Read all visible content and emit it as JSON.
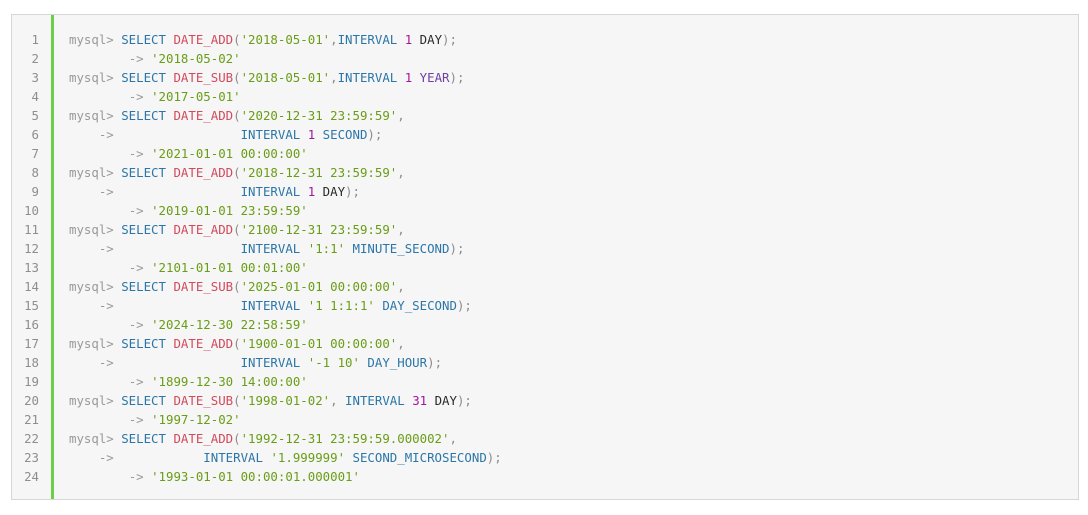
{
  "code_block": {
    "line_numbers": [
      "1",
      "2",
      "3",
      "4",
      "5",
      "6",
      "7",
      "8",
      "9",
      "10",
      "11",
      "12",
      "13",
      "14",
      "15",
      "16",
      "17",
      "18",
      "19",
      "20",
      "21",
      "22",
      "23",
      "24"
    ],
    "lines": [
      [
        {
          "t": "mysql> ",
          "c": "prompt"
        },
        {
          "t": "SELECT ",
          "c": "kw"
        },
        {
          "t": "DATE_ADD",
          "c": "fn"
        },
        {
          "t": "(",
          "c": "punct"
        },
        {
          "t": "'2018-05-01'",
          "c": "str"
        },
        {
          "t": ",",
          "c": "punct"
        },
        {
          "t": "INTERVAL ",
          "c": "kw"
        },
        {
          "t": "1 ",
          "c": "num"
        },
        {
          "t": "DAY",
          "c": "unit"
        },
        {
          "t": ");",
          "c": "punct"
        }
      ],
      [
        {
          "t": "        ",
          "c": "plain"
        },
        {
          "t": "-> ",
          "c": "prompt"
        },
        {
          "t": "'2018-05-02'",
          "c": "str"
        }
      ],
      [
        {
          "t": "mysql> ",
          "c": "prompt"
        },
        {
          "t": "SELECT ",
          "c": "kw"
        },
        {
          "t": "DATE_SUB",
          "c": "fn"
        },
        {
          "t": "(",
          "c": "punct"
        },
        {
          "t": "'2018-05-01'",
          "c": "str"
        },
        {
          "t": ",",
          "c": "punct"
        },
        {
          "t": "INTERVAL ",
          "c": "kw"
        },
        {
          "t": "1 ",
          "c": "num"
        },
        {
          "t": "YEAR",
          "c": "kwv"
        },
        {
          "t": ");",
          "c": "punct"
        }
      ],
      [
        {
          "t": "        ",
          "c": "plain"
        },
        {
          "t": "-> ",
          "c": "prompt"
        },
        {
          "t": "'2017-05-01'",
          "c": "str"
        }
      ],
      [
        {
          "t": "mysql> ",
          "c": "prompt"
        },
        {
          "t": "SELECT ",
          "c": "kw"
        },
        {
          "t": "DATE_ADD",
          "c": "fn"
        },
        {
          "t": "(",
          "c": "punct"
        },
        {
          "t": "'2020-12-31 23:59:59'",
          "c": "str"
        },
        {
          "t": ",",
          "c": "punct"
        }
      ],
      [
        {
          "t": "    ",
          "c": "plain"
        },
        {
          "t": "->",
          "c": "prompt"
        },
        {
          "t": "                 ",
          "c": "plain"
        },
        {
          "t": "INTERVAL ",
          "c": "kw"
        },
        {
          "t": "1 ",
          "c": "num"
        },
        {
          "t": "SECOND",
          "c": "kw2"
        },
        {
          "t": ");",
          "c": "punct"
        }
      ],
      [
        {
          "t": "        ",
          "c": "plain"
        },
        {
          "t": "-> ",
          "c": "prompt"
        },
        {
          "t": "'2021-01-01 00:00:00'",
          "c": "str"
        }
      ],
      [
        {
          "t": "mysql> ",
          "c": "prompt"
        },
        {
          "t": "SELECT ",
          "c": "kw"
        },
        {
          "t": "DATE_ADD",
          "c": "fn"
        },
        {
          "t": "(",
          "c": "punct"
        },
        {
          "t": "'2018-12-31 23:59:59'",
          "c": "str"
        },
        {
          "t": ",",
          "c": "punct"
        }
      ],
      [
        {
          "t": "    ",
          "c": "plain"
        },
        {
          "t": "->",
          "c": "prompt"
        },
        {
          "t": "                 ",
          "c": "plain"
        },
        {
          "t": "INTERVAL ",
          "c": "kw"
        },
        {
          "t": "1 ",
          "c": "num"
        },
        {
          "t": "DAY",
          "c": "unit"
        },
        {
          "t": ");",
          "c": "punct"
        }
      ],
      [
        {
          "t": "        ",
          "c": "plain"
        },
        {
          "t": "-> ",
          "c": "prompt"
        },
        {
          "t": "'2019-01-01 23:59:59'",
          "c": "str"
        }
      ],
      [
        {
          "t": "mysql> ",
          "c": "prompt"
        },
        {
          "t": "SELECT ",
          "c": "kw"
        },
        {
          "t": "DATE_ADD",
          "c": "fn"
        },
        {
          "t": "(",
          "c": "punct"
        },
        {
          "t": "'2100-12-31 23:59:59'",
          "c": "str"
        },
        {
          "t": ",",
          "c": "punct"
        }
      ],
      [
        {
          "t": "    ",
          "c": "plain"
        },
        {
          "t": "->",
          "c": "prompt"
        },
        {
          "t": "                 ",
          "c": "plain"
        },
        {
          "t": "INTERVAL ",
          "c": "kw"
        },
        {
          "t": "'1:1' ",
          "c": "str"
        },
        {
          "t": "MINUTE_SECOND",
          "c": "kw2"
        },
        {
          "t": ");",
          "c": "punct"
        }
      ],
      [
        {
          "t": "        ",
          "c": "plain"
        },
        {
          "t": "-> ",
          "c": "prompt"
        },
        {
          "t": "'2101-01-01 00:01:00'",
          "c": "str"
        }
      ],
      [
        {
          "t": "mysql> ",
          "c": "prompt"
        },
        {
          "t": "SELECT ",
          "c": "kw"
        },
        {
          "t": "DATE_SUB",
          "c": "fn"
        },
        {
          "t": "(",
          "c": "punct"
        },
        {
          "t": "'2025-01-01 00:00:00'",
          "c": "str"
        },
        {
          "t": ",",
          "c": "punct"
        }
      ],
      [
        {
          "t": "    ",
          "c": "plain"
        },
        {
          "t": "->",
          "c": "prompt"
        },
        {
          "t": "                 ",
          "c": "plain"
        },
        {
          "t": "INTERVAL ",
          "c": "kw"
        },
        {
          "t": "'1 1:1:1' ",
          "c": "str"
        },
        {
          "t": "DAY_SECOND",
          "c": "kw2"
        },
        {
          "t": ");",
          "c": "punct"
        }
      ],
      [
        {
          "t": "        ",
          "c": "plain"
        },
        {
          "t": "-> ",
          "c": "prompt"
        },
        {
          "t": "'2024-12-30 22:58:59'",
          "c": "str"
        }
      ],
      [
        {
          "t": "mysql> ",
          "c": "prompt"
        },
        {
          "t": "SELECT ",
          "c": "kw"
        },
        {
          "t": "DATE_ADD",
          "c": "fn"
        },
        {
          "t": "(",
          "c": "punct"
        },
        {
          "t": "'1900-01-01 00:00:00'",
          "c": "str"
        },
        {
          "t": ",",
          "c": "punct"
        }
      ],
      [
        {
          "t": "    ",
          "c": "plain"
        },
        {
          "t": "->",
          "c": "prompt"
        },
        {
          "t": "                 ",
          "c": "plain"
        },
        {
          "t": "INTERVAL ",
          "c": "kw"
        },
        {
          "t": "'-1 10' ",
          "c": "str"
        },
        {
          "t": "DAY_HOUR",
          "c": "kw2"
        },
        {
          "t": ");",
          "c": "punct"
        }
      ],
      [
        {
          "t": "        ",
          "c": "plain"
        },
        {
          "t": "-> ",
          "c": "prompt"
        },
        {
          "t": "'1899-12-30 14:00:00'",
          "c": "str"
        }
      ],
      [
        {
          "t": "mysql> ",
          "c": "prompt"
        },
        {
          "t": "SELECT ",
          "c": "kw"
        },
        {
          "t": "DATE_SUB",
          "c": "fn"
        },
        {
          "t": "(",
          "c": "punct"
        },
        {
          "t": "'1998-01-02'",
          "c": "str"
        },
        {
          "t": ", ",
          "c": "punct"
        },
        {
          "t": "INTERVAL ",
          "c": "kw"
        },
        {
          "t": "31 ",
          "c": "num"
        },
        {
          "t": "DAY",
          "c": "unit"
        },
        {
          "t": ");",
          "c": "punct"
        }
      ],
      [
        {
          "t": "        ",
          "c": "plain"
        },
        {
          "t": "-> ",
          "c": "prompt"
        },
        {
          "t": "'1997-12-02'",
          "c": "str"
        }
      ],
      [
        {
          "t": "mysql> ",
          "c": "prompt"
        },
        {
          "t": "SELECT ",
          "c": "kw"
        },
        {
          "t": "DATE_ADD",
          "c": "fn"
        },
        {
          "t": "(",
          "c": "punct"
        },
        {
          "t": "'1992-12-31 23:59:59.000002'",
          "c": "str"
        },
        {
          "t": ",",
          "c": "punct"
        }
      ],
      [
        {
          "t": "    ",
          "c": "plain"
        },
        {
          "t": "->",
          "c": "prompt"
        },
        {
          "t": "            ",
          "c": "plain"
        },
        {
          "t": "INTERVAL ",
          "c": "kw"
        },
        {
          "t": "'1.999999' ",
          "c": "str"
        },
        {
          "t": "SECOND_MICROSECOND",
          "c": "kw2"
        },
        {
          "t": ");",
          "c": "punct"
        }
      ],
      [
        {
          "t": "        ",
          "c": "plain"
        },
        {
          "t": "-> ",
          "c": "prompt"
        },
        {
          "t": "'1993-01-01 00:00:01.000001'",
          "c": "str"
        }
      ]
    ]
  },
  "colors": {
    "background": "#f6f6f6",
    "border": "#d6d6d6",
    "accent_bar": "#6ccf4a",
    "line_number": "#8e8e8e",
    "prompt": "#999999",
    "keyword": "#2b76a8",
    "function": "#d14a5b",
    "string": "#6a9d17",
    "number": "#a3159e"
  }
}
